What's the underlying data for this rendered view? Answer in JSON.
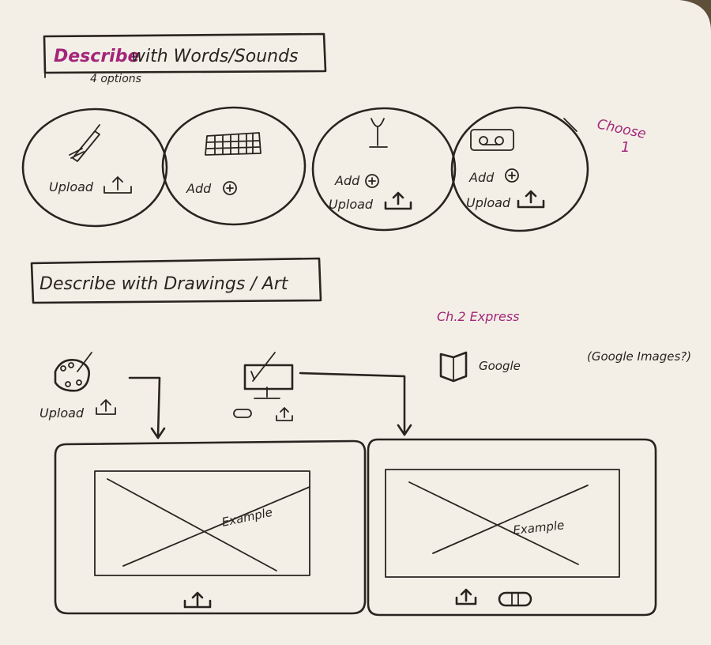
{
  "section1": {
    "title_word1": "Describe",
    "title_rest": "with Words/Sounds",
    "subtitle": "4 options",
    "choose_note_line1": "Choose",
    "choose_note_line2": "1"
  },
  "options": [
    {
      "icon": "pen-icon",
      "line1": "Upload"
    },
    {
      "icon": "keyboard-icon",
      "line1": "Add"
    },
    {
      "icon": "microphone-icon",
      "line1": "Add",
      "line2": "Upload"
    },
    {
      "icon": "voicemail-icon",
      "line1": "Add",
      "line2": "Upload"
    }
  ],
  "section2": {
    "title": "Describe with Drawings / Art",
    "express_note": "Ch.2 Express",
    "google_label": "Google",
    "google_images_note": "(Google Images?)",
    "palette_label": "Upload"
  },
  "panels": [
    {
      "example_label": "Example"
    },
    {
      "example_label": "Example"
    }
  ],
  "colors": {
    "ink": "#2a2420",
    "magenta": "#a3257a",
    "paper": "#f3efe6"
  }
}
